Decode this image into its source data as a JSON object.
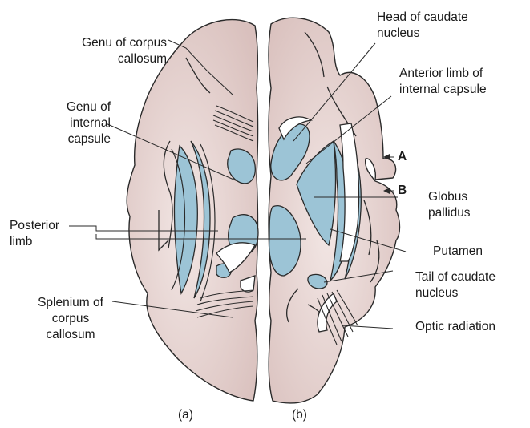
{
  "labels": {
    "genu_corpus_callosum": [
      "Genu of corpus",
      "callosum"
    ],
    "genu_internal_capsule": [
      "Genu of",
      "internal",
      "capsule"
    ],
    "posterior_limb": [
      "Posterior",
      "limb"
    ],
    "splenium": [
      "Splenium of",
      "corpus",
      "callosum"
    ],
    "head_caudate": [
      "Head of caudate",
      "nucleus"
    ],
    "anterior_limb": [
      "Anterior limb of",
      "internal capsule"
    ],
    "marker_a": "A",
    "marker_b": "B",
    "globus_pallidus": [
      "Globus",
      "pallidus"
    ],
    "putamen": "Putamen",
    "tail_caudate": [
      "Tail of caudate",
      "nucleus"
    ],
    "optic_radiation": "Optic radiation",
    "panel_a": "(a)",
    "panel_b": "(b)"
  },
  "colors": {
    "tissue": "#e8d5d3",
    "tissue_shade": "#dcc3c0",
    "nucleus": "#9cc4d6",
    "outline": "#2a2a2a",
    "background": "#ffffff"
  }
}
